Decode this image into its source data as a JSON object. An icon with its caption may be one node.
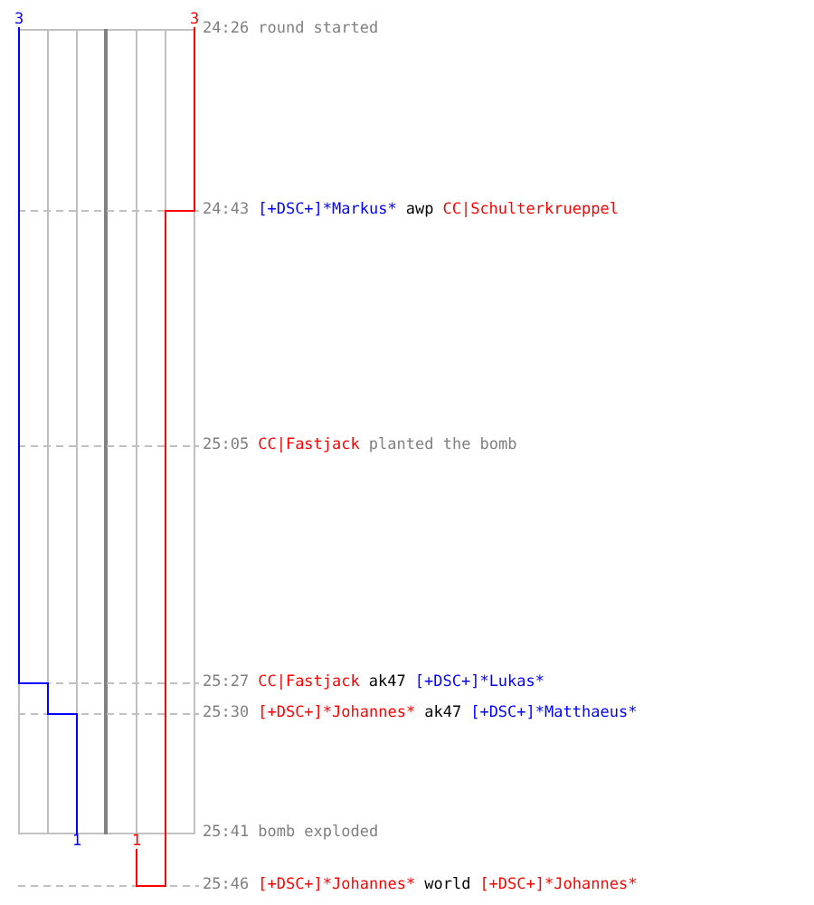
{
  "diagram": {
    "labels": [
      "3",
      "3",
      "24:26",
      "round started",
      "24:43",
      "[+DSC+]*Markus*",
      "awp",
      "CC|Schulterkrueppel",
      "25:05",
      "CC|Fastjack",
      "planted the bomb",
      "25:27",
      "CC|Fastjack",
      "ak47",
      "[+DSC+]*Lukas*",
      "25:30",
      "[+DSC+]*Johannes*",
      "ak47",
      "[+DSC+]*Matthaeus*",
      "25:41",
      "bomb exploded",
      "1",
      "1",
      "25:46",
      "[+DSC+]*Johannes*",
      "world",
      "[+DSC+]*Johannes*"
    ]
  }
}
